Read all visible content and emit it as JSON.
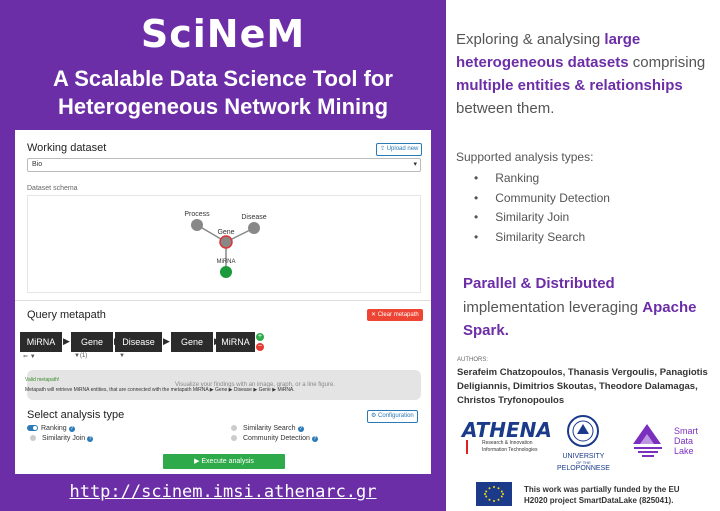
{
  "poster": {
    "logo_text": "SciNeM",
    "title_line1": "A Scalable Data Science Tool for",
    "title_line2": "Heterogeneous Network Mining",
    "url": "http://scinem.imsi.athenarc.gr",
    "colors": {
      "purple": "#6c2ea7",
      "green": "#2eaa4a",
      "red": "#e43b33",
      "blue": "#2a7ab8"
    }
  },
  "app": {
    "working_dataset_title": "Working dataset",
    "upload_label": "Upload new",
    "dataset_value": "Bio",
    "schema_label": "Dataset schema",
    "schema_nodes": [
      "Process",
      "Disease",
      "Gene",
      "MiRNA"
    ],
    "query_title": "Query metapath",
    "clear_label": "Clear metapath",
    "metapath": [
      "MiRNA",
      "Gene",
      "Disease",
      "Gene",
      "MiRNA"
    ],
    "filter_count": "(1)",
    "tooltip_title": "Valid metapath!",
    "tooltip_text": "Metapath will retrieve MiRNA entities, that are connected with the metapath MiRNA ▶ Gene ▶ Disease ▶ Gene ▶ MiRNA.",
    "tooltip_overlay": "Visualize your findings with an image, graph, or a line figure.",
    "analysis_title": "Select analysis type",
    "config_label": "Configuration",
    "options": [
      "Ranking",
      "Similarity Join",
      "Similarity Search",
      "Community Detection"
    ],
    "execute_label": "Execute analysis"
  },
  "right": {
    "intro_parts": [
      "Exploring & analysing ",
      "large heterogeneous datasets",
      " comprising ",
      "multiple entities & relationships",
      " between them."
    ],
    "supported_label": "Supported analysis types:",
    "types": [
      "Ranking",
      "Community Detection",
      "Similarity Join",
      "Similarity Search"
    ],
    "para_parts": [
      "Parallel & Distributed",
      " implementation leveraging ",
      "Apache Spark."
    ],
    "authors_label": "AUTHORS:",
    "authors": "Serafeim Chatzopoulos, Thanasis Vergoulis, Panagiotis Deligiannis,  Dimitrios Skoutas, Theodore Dalamagas, Christos Tryfonopoulos",
    "athena_name": "ATHENA",
    "athena_sub1": "Research & Innovation",
    "athena_sub2": "Information Technologies",
    "uop_line1": "UNIVERSITY",
    "uop_line2": "OF THE",
    "uop_line3": "PELOPONNESE",
    "sdl_line1": "Smart",
    "sdl_line2": "Data",
    "sdl_line3": "Lake",
    "funding_line1": "This work was partially funded by the EU",
    "funding_line2": "H2020 project SmartDataLake (825041)."
  }
}
